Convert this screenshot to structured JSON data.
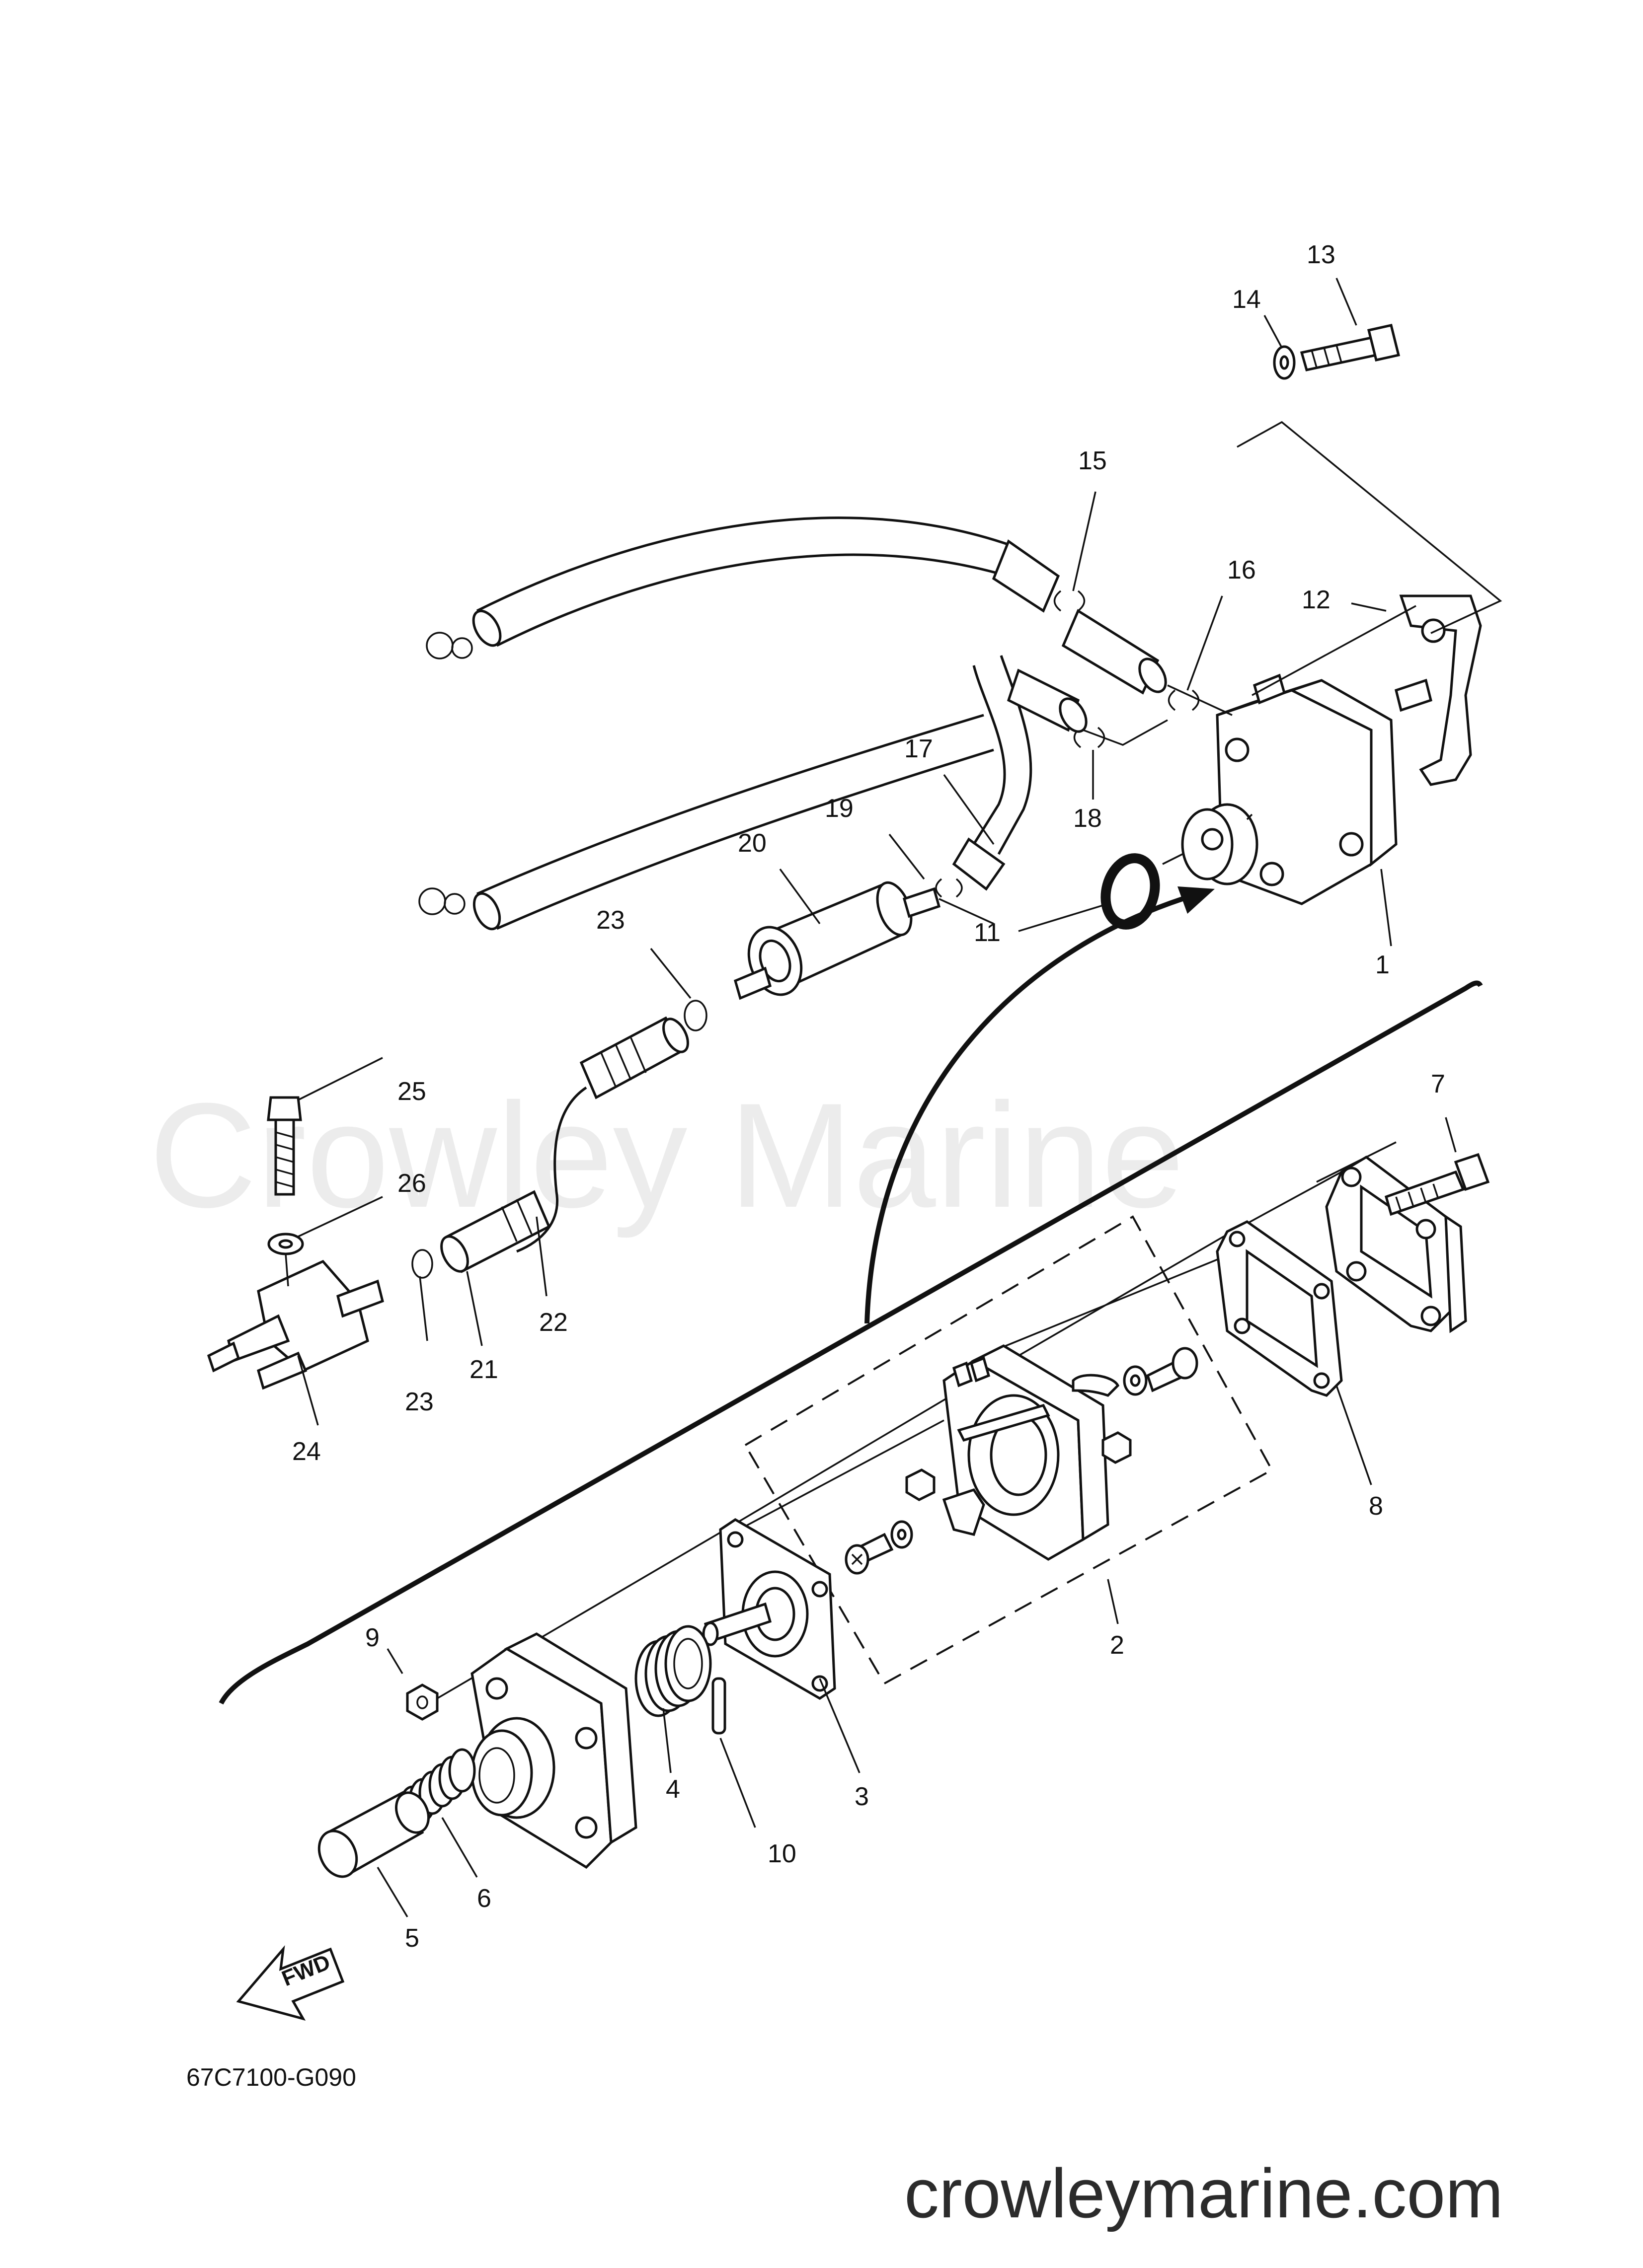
{
  "diagram": {
    "watermark_text": "Crowley Marine",
    "site_url": "crowleymarine.com",
    "drawing_code": "67C7100-G090",
    "direction_label": "FWD",
    "callouts": [
      {
        "id": "1",
        "text": "1"
      },
      {
        "id": "2",
        "text": "2"
      },
      {
        "id": "3",
        "text": "3"
      },
      {
        "id": "4",
        "text": "4"
      },
      {
        "id": "5",
        "text": "5"
      },
      {
        "id": "6",
        "text": "6"
      },
      {
        "id": "7",
        "text": "7"
      },
      {
        "id": "8",
        "text": "8"
      },
      {
        "id": "9",
        "text": "9"
      },
      {
        "id": "10",
        "text": "10"
      },
      {
        "id": "11",
        "text": "11"
      },
      {
        "id": "12",
        "text": "12"
      },
      {
        "id": "13",
        "text": "13"
      },
      {
        "id": "14",
        "text": "14"
      },
      {
        "id": "15",
        "text": "15"
      },
      {
        "id": "16",
        "text": "16"
      },
      {
        "id": "17",
        "text": "17"
      },
      {
        "id": "18",
        "text": "18"
      },
      {
        "id": "19",
        "text": "19"
      },
      {
        "id": "20",
        "text": "20"
      },
      {
        "id": "21",
        "text": "21"
      },
      {
        "id": "22",
        "text": "22"
      },
      {
        "id": "23a",
        "text": "23"
      },
      {
        "id": "23b",
        "text": "23"
      },
      {
        "id": "24",
        "text": "24"
      },
      {
        "id": "25",
        "text": "25"
      },
      {
        "id": "26",
        "text": "26"
      }
    ]
  }
}
